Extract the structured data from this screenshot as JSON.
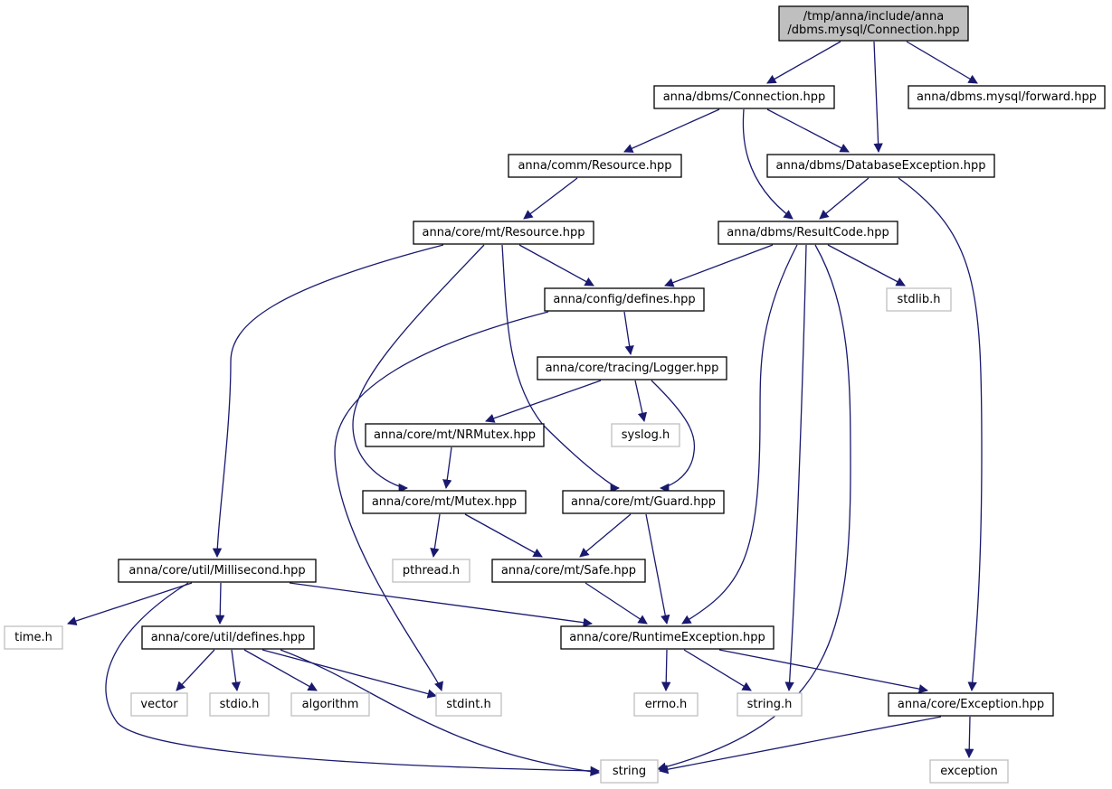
{
  "graph": {
    "colors": {
      "edge": "#191970",
      "node_border": "#000000",
      "system_border": "#bfbfbf",
      "root_fill": "#bfbfbf"
    },
    "nodes": [
      {
        "id": "root",
        "lines": [
          "/tmp/anna/include/anna",
          "/dbms.mysql/Connection.hpp"
        ],
        "kind": "root"
      },
      {
        "id": "dbms_connection",
        "lines": [
          "anna/dbms/Connection.hpp"
        ],
        "kind": "file"
      },
      {
        "id": "mysql_forward",
        "lines": [
          "anna/dbms.mysql/forward.hpp"
        ],
        "kind": "file"
      },
      {
        "id": "comm_resource",
        "lines": [
          "anna/comm/Resource.hpp"
        ],
        "kind": "file"
      },
      {
        "id": "database_exception",
        "lines": [
          "anna/dbms/DatabaseException.hpp"
        ],
        "kind": "file"
      },
      {
        "id": "mt_resource",
        "lines": [
          "anna/core/mt/Resource.hpp"
        ],
        "kind": "file"
      },
      {
        "id": "result_code",
        "lines": [
          "anna/dbms/ResultCode.hpp"
        ],
        "kind": "file"
      },
      {
        "id": "config_defines",
        "lines": [
          "anna/config/defines.hpp"
        ],
        "kind": "file"
      },
      {
        "id": "stdlib_h",
        "lines": [
          "stdlib.h"
        ],
        "kind": "system"
      },
      {
        "id": "logger",
        "lines": [
          "anna/core/tracing/Logger.hpp"
        ],
        "kind": "file"
      },
      {
        "id": "nrmutex",
        "lines": [
          "anna/core/mt/NRMutex.hpp"
        ],
        "kind": "file"
      },
      {
        "id": "syslog_h",
        "lines": [
          "syslog.h"
        ],
        "kind": "system"
      },
      {
        "id": "mutex",
        "lines": [
          "anna/core/mt/Mutex.hpp"
        ],
        "kind": "file"
      },
      {
        "id": "guard",
        "lines": [
          "anna/core/mt/Guard.hpp"
        ],
        "kind": "file"
      },
      {
        "id": "millisecond",
        "lines": [
          "anna/core/util/Millisecond.hpp"
        ],
        "kind": "file"
      },
      {
        "id": "pthread_h",
        "lines": [
          "pthread.h"
        ],
        "kind": "system"
      },
      {
        "id": "safe",
        "lines": [
          "anna/core/mt/Safe.hpp"
        ],
        "kind": "file"
      },
      {
        "id": "time_h",
        "lines": [
          "time.h"
        ],
        "kind": "system"
      },
      {
        "id": "util_defines",
        "lines": [
          "anna/core/util/defines.hpp"
        ],
        "kind": "file"
      },
      {
        "id": "runtime_exception",
        "lines": [
          "anna/core/RuntimeException.hpp"
        ],
        "kind": "file"
      },
      {
        "id": "vector",
        "lines": [
          "vector"
        ],
        "kind": "system"
      },
      {
        "id": "stdio_h",
        "lines": [
          "stdio.h"
        ],
        "kind": "system"
      },
      {
        "id": "algorithm",
        "lines": [
          "algorithm"
        ],
        "kind": "system"
      },
      {
        "id": "stdint_h",
        "lines": [
          "stdint.h"
        ],
        "kind": "system"
      },
      {
        "id": "errno_h",
        "lines": [
          "errno.h"
        ],
        "kind": "system"
      },
      {
        "id": "string_h",
        "lines": [
          "string.h"
        ],
        "kind": "system"
      },
      {
        "id": "core_exception",
        "lines": [
          "anna/core/Exception.hpp"
        ],
        "kind": "file"
      },
      {
        "id": "string",
        "lines": [
          "string"
        ],
        "kind": "system"
      },
      {
        "id": "exception",
        "lines": [
          "exception"
        ],
        "kind": "system"
      }
    ],
    "edges": [
      {
        "from": "root",
        "to": "dbms_connection"
      },
      {
        "from": "root",
        "to": "database_exception"
      },
      {
        "from": "root",
        "to": "mysql_forward"
      },
      {
        "from": "dbms_connection",
        "to": "comm_resource"
      },
      {
        "from": "dbms_connection",
        "to": "database_exception"
      },
      {
        "from": "dbms_connection",
        "to": "result_code"
      },
      {
        "from": "comm_resource",
        "to": "mt_resource"
      },
      {
        "from": "database_exception",
        "to": "result_code"
      },
      {
        "from": "database_exception",
        "to": "core_exception"
      },
      {
        "from": "mt_resource",
        "to": "config_defines"
      },
      {
        "from": "mt_resource",
        "to": "millisecond"
      },
      {
        "from": "mt_resource",
        "to": "mutex"
      },
      {
        "from": "mt_resource",
        "to": "guard"
      },
      {
        "from": "result_code",
        "to": "config_defines"
      },
      {
        "from": "result_code",
        "to": "stdlib_h"
      },
      {
        "from": "result_code",
        "to": "runtime_exception"
      },
      {
        "from": "result_code",
        "to": "string_h"
      },
      {
        "from": "result_code",
        "to": "string"
      },
      {
        "from": "config_defines",
        "to": "logger"
      },
      {
        "from": "config_defines",
        "to": "stdint_h"
      },
      {
        "from": "logger",
        "to": "nrmutex"
      },
      {
        "from": "logger",
        "to": "syslog_h"
      },
      {
        "from": "logger",
        "to": "guard"
      },
      {
        "from": "nrmutex",
        "to": "mutex"
      },
      {
        "from": "mutex",
        "to": "pthread_h"
      },
      {
        "from": "mutex",
        "to": "safe"
      },
      {
        "from": "guard",
        "to": "safe"
      },
      {
        "from": "guard",
        "to": "runtime_exception"
      },
      {
        "from": "safe",
        "to": "runtime_exception"
      },
      {
        "from": "millisecond",
        "to": "time_h"
      },
      {
        "from": "millisecond",
        "to": "util_defines"
      },
      {
        "from": "millisecond",
        "to": "runtime_exception"
      },
      {
        "from": "millisecond",
        "to": "string"
      },
      {
        "from": "util_defines",
        "to": "vector"
      },
      {
        "from": "util_defines",
        "to": "stdio_h"
      },
      {
        "from": "util_defines",
        "to": "algorithm"
      },
      {
        "from": "util_defines",
        "to": "stdint_h"
      },
      {
        "from": "util_defines",
        "to": "string"
      },
      {
        "from": "runtime_exception",
        "to": "errno_h"
      },
      {
        "from": "runtime_exception",
        "to": "string_h"
      },
      {
        "from": "runtime_exception",
        "to": "core_exception"
      },
      {
        "from": "core_exception",
        "to": "string"
      },
      {
        "from": "core_exception",
        "to": "exception"
      }
    ]
  }
}
